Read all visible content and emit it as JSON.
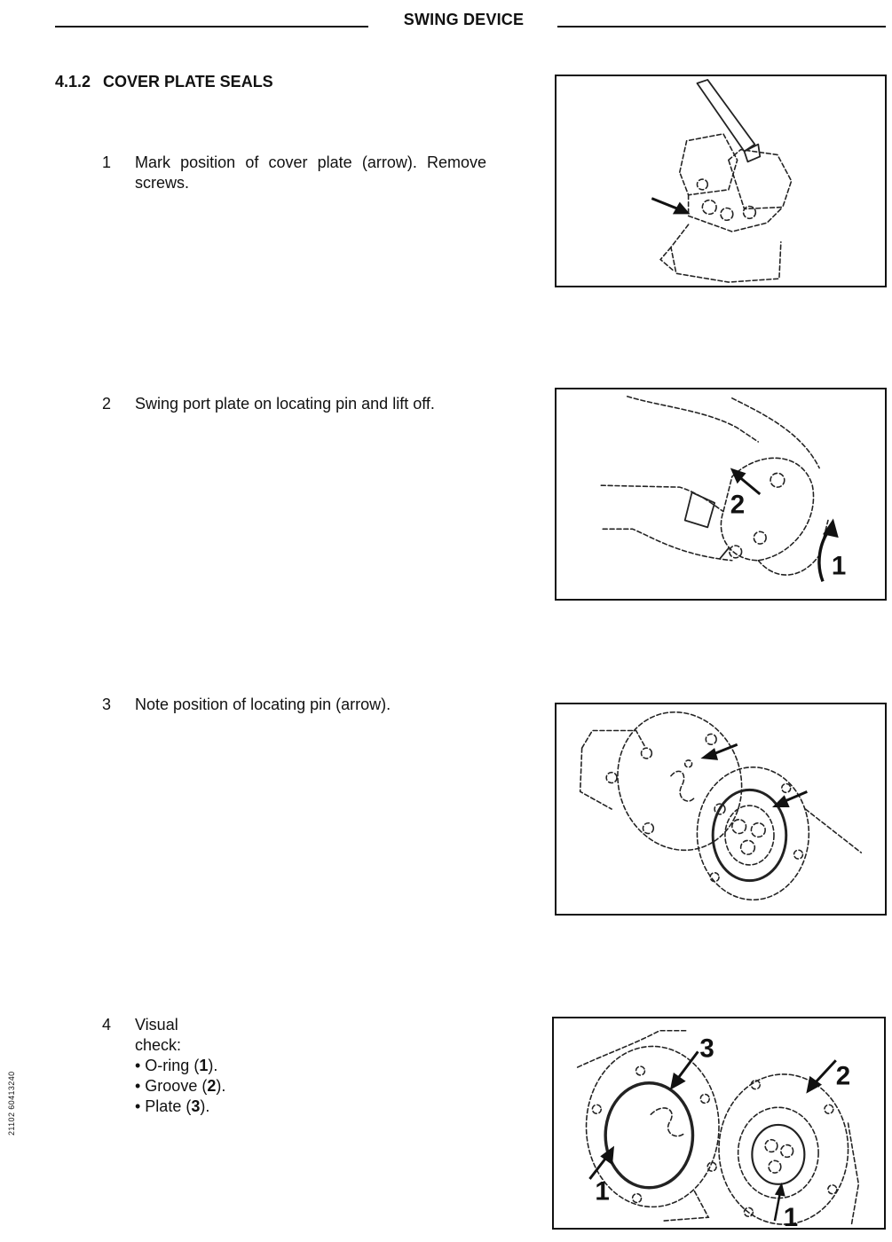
{
  "header": {
    "title": "SWING DEVICE"
  },
  "section": {
    "number": "4.1.2",
    "title": "COVER PLATE SEALS"
  },
  "steps": [
    {
      "number": "1",
      "text": "Mark position of cover plate (arrow). Remove screws."
    },
    {
      "number": "2",
      "text": "Swing port plate on locating pin and lift off."
    },
    {
      "number": "3",
      "text": "Note position of locating pin (arrow)."
    },
    {
      "number": "4",
      "text": "Visual check:",
      "bullets": [
        {
          "prefix": "• O-ring (",
          "ref": "1",
          "suffix": ")."
        },
        {
          "prefix": "• Groove (",
          "ref": "2",
          "suffix": ")."
        },
        {
          "prefix": "• Plate (",
          "ref": "3",
          "suffix": ")."
        }
      ]
    }
  ],
  "figures": {
    "fig2_labels": [
      "2",
      "1"
    ],
    "fig4_labels": [
      "3",
      "2",
      "1",
      "1"
    ]
  },
  "margin_code": "21102  60413240"
}
